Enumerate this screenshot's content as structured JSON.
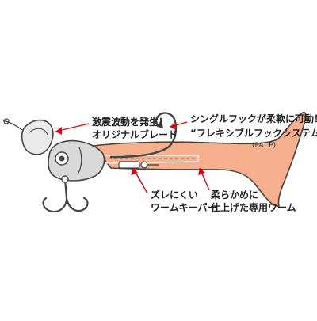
{
  "callouts": {
    "blade": {
      "line1": "激震波動を発生！",
      "line2": "オリジナルブレード"
    },
    "hook": {
      "line1": "シングルフックが柔軟に可動！",
      "line2": "“フレキシブルフックシステム”",
      "note": "(PAT.P)"
    },
    "keeper": {
      "line1": "ズレにくい",
      "line2": "ワームキーパー"
    },
    "worm": {
      "line1": "柔らかめに",
      "line2": "仕上げた専用ワーム"
    }
  },
  "colors": {
    "worm": "#f6b08e",
    "worm_outline": "#444444",
    "arrow": "#e60012",
    "text": "#222222"
  }
}
